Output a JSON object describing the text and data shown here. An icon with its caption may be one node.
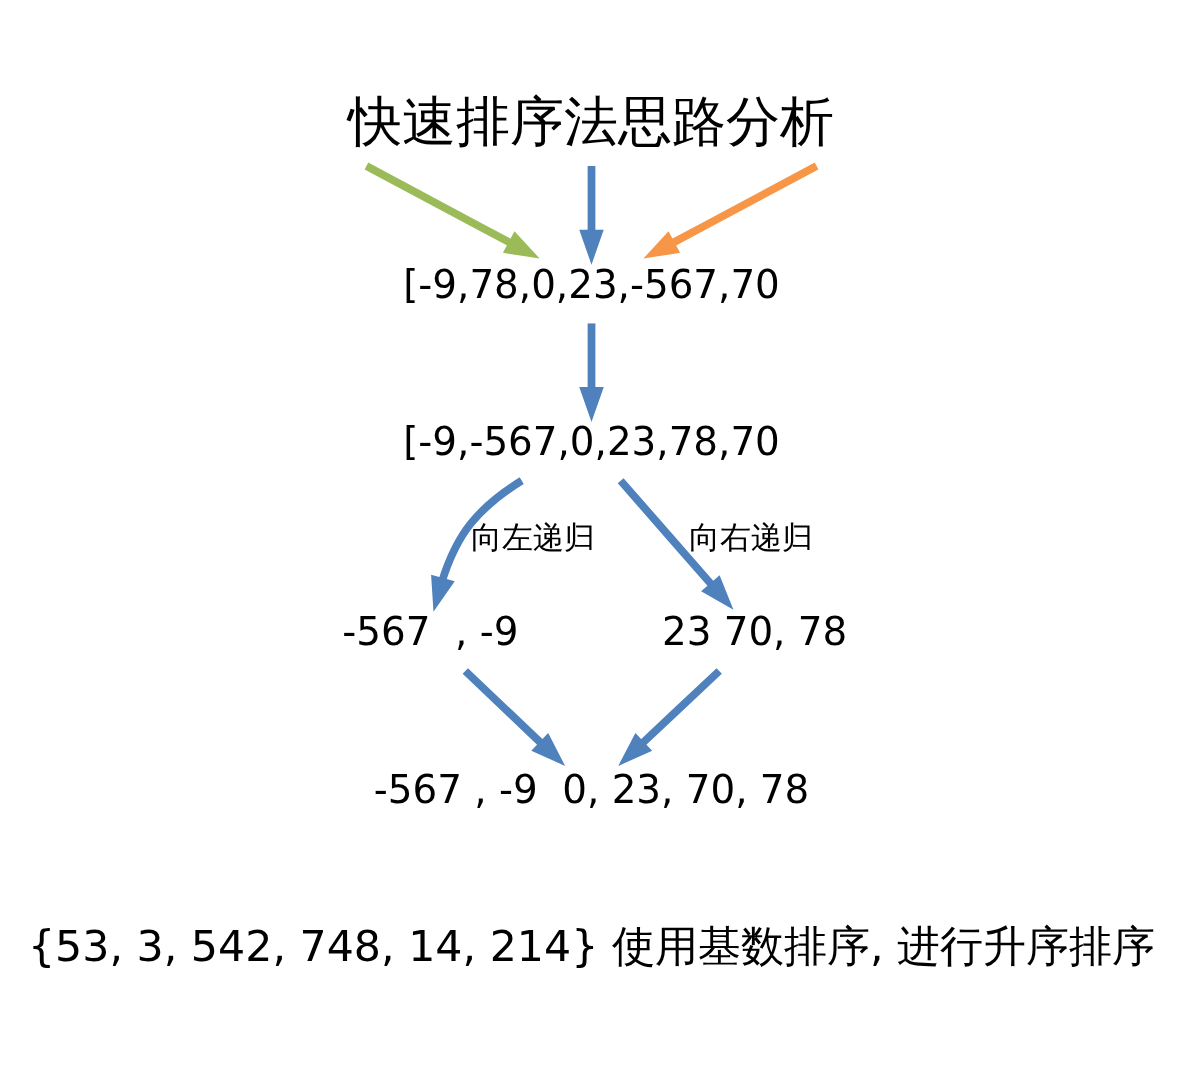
{
  "diagram": {
    "title": "快速排序法思路分析",
    "nodes": [
      {
        "text": [
          "[-9,78,0,23,-567,70"
        ]
      },
      {
        "text": [
          "[-9,-567,0,23,78,70"
        ]
      },
      {
        "text": [
          "-567  , -9"
        ]
      },
      {
        "text": [
          "23 70, 78"
        ]
      },
      {
        "text": [
          "-567 , -9  0, 23, 70, 78"
        ]
      }
    ],
    "edges": [
      {
        "from": null,
        "to": 0,
        "arrow": "to",
        "color": "#9bbb59"
      },
      {
        "from": null,
        "to": 0,
        "arrow": "to",
        "color": "#f79646"
      },
      {
        "from": null,
        "to": 0,
        "arrow": "to",
        "color": "#4f81bd"
      },
      {
        "from": 0,
        "to": 1,
        "arrow": "to"
      },
      {
        "from": 1,
        "to": 2,
        "arrow": "to",
        "label": "向左递归"
      },
      {
        "from": 1,
        "to": 3,
        "arrow": "to",
        "label": "向右递归"
      },
      {
        "from": 2,
        "to": 4,
        "arrow": "to"
      },
      {
        "from": 3,
        "to": 4,
        "arrow": "to"
      }
    ],
    "labels": [
      "{53, 3, 542, 748, 14, 214} 使用基数排序, 进行升序排序"
    ]
  }
}
